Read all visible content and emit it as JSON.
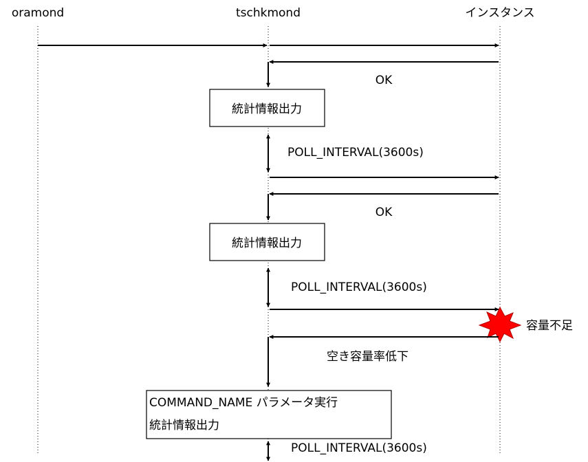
{
  "participants": {
    "oramond": "oramond",
    "tschkmond": "tschkmond",
    "instance": "インスタンス"
  },
  "messages": {
    "ok_1": "OK",
    "poll_1": "POLL_INTERVAL(3600s)",
    "ok_2": "OK",
    "poll_2": "POLL_INTERVAL(3600s)",
    "shortage_event": "容量不足",
    "low_free_space": "空き容量率低下",
    "poll_3": "POLL_INTERVAL(3600s)"
  },
  "boxes": {
    "stats_output_1": "統計情報出力",
    "stats_output_2": "統計情報出力",
    "command_line1": "COMMAND_NAME パラメータ実行",
    "command_line2": "統計情報出力"
  },
  "colors": {
    "burst_fill": "#ff0000",
    "line": "#000000"
  },
  "icons": {
    "alert": "red-starburst-icon"
  }
}
